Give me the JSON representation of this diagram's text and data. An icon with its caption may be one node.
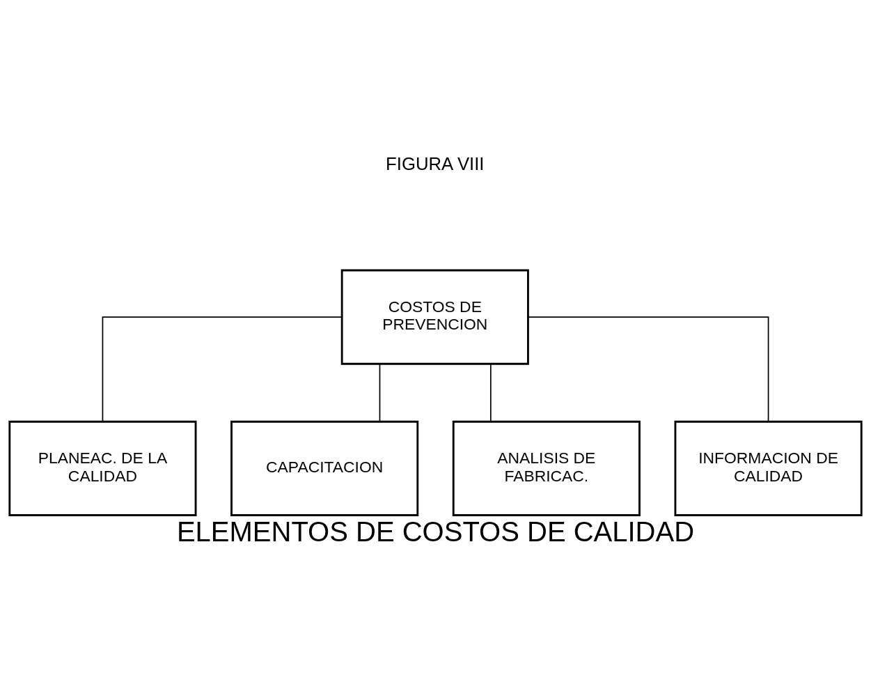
{
  "diagram": {
    "title": "ELEMENTOS DE COSTOS DE CALIDAD",
    "nodes": [
      {
        "text": [
          "COSTOS DE PREVENCION"
        ]
      },
      {
        "text": [
          "PLANEAC. DE LA CALIDAD"
        ]
      },
      {
        "text": [
          "CAPACITACION"
        ]
      },
      {
        "text": [
          "ANALISIS DE FABRICAC."
        ]
      },
      {
        "text": [
          "INFORMACION DE CALIDAD"
        ]
      }
    ],
    "edges": [
      {
        "from": 0,
        "to": 1,
        "arrow": "none"
      },
      {
        "from": 0,
        "to": 2,
        "arrow": "none"
      },
      {
        "from": 0,
        "to": 3,
        "arrow": "none"
      },
      {
        "from": 0,
        "to": 4,
        "arrow": "none"
      }
    ],
    "labels": [
      "FIGURA VIII"
    ]
  }
}
